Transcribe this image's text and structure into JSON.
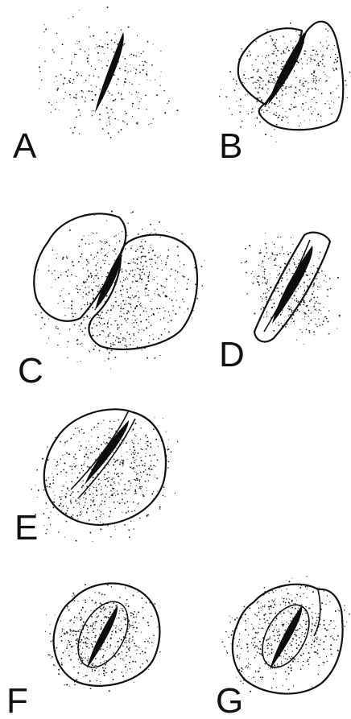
{
  "panels": [
    {
      "id": "A",
      "label": "A"
    },
    {
      "id": "B",
      "label": "B"
    },
    {
      "id": "C",
      "label": "C"
    },
    {
      "id": "D",
      "label": "D"
    },
    {
      "id": "E",
      "label": "E"
    },
    {
      "id": "F",
      "label": "F"
    },
    {
      "id": "G",
      "label": "G"
    }
  ],
  "colors": {
    "ink": "#111111",
    "background": "#ffffff"
  }
}
